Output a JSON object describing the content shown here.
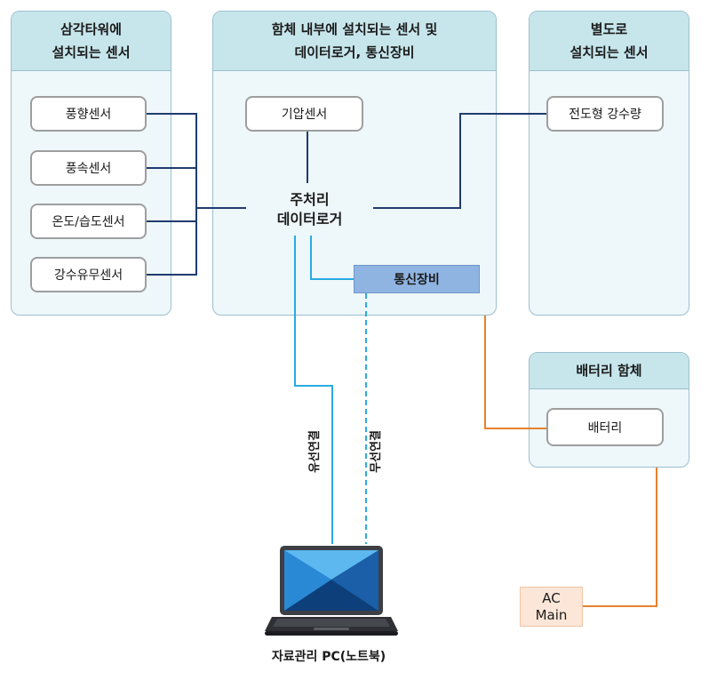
{
  "panels": {
    "tower": {
      "title_line1": "삼각타워에",
      "title_line2": "설치되는 센서"
    },
    "internal": {
      "title_line1": "함체 내부에 설치되는 센서 및",
      "title_line2": "데이터로거, 통신장비"
    },
    "separate": {
      "title_line1": "별도로",
      "title_line2": "설치되는 센서"
    },
    "battery_box": {
      "title": "배터리 함체"
    }
  },
  "tower_sensors": [
    "풍향센서",
    "풍속센서",
    "온도/습도센서",
    "강수유무센서"
  ],
  "pressure_sensor": "기압센서",
  "rain_gauge": "전도형 강수량",
  "logger": {
    "line1": "주처리",
    "line2": "데이터로거"
  },
  "comm": "통신장비",
  "battery": "배터리",
  "ac": {
    "line1": "AC",
    "line2": "Main"
  },
  "wired_label": "유선연결",
  "wireless_label": "무선연결",
  "laptop_caption": "자료관리 PC(노트북)",
  "colors": {
    "navy": "#1f3c6e",
    "cyan": "#29abe2",
    "orange": "#e8812e",
    "logger_fill": "#c9a8e6"
  }
}
